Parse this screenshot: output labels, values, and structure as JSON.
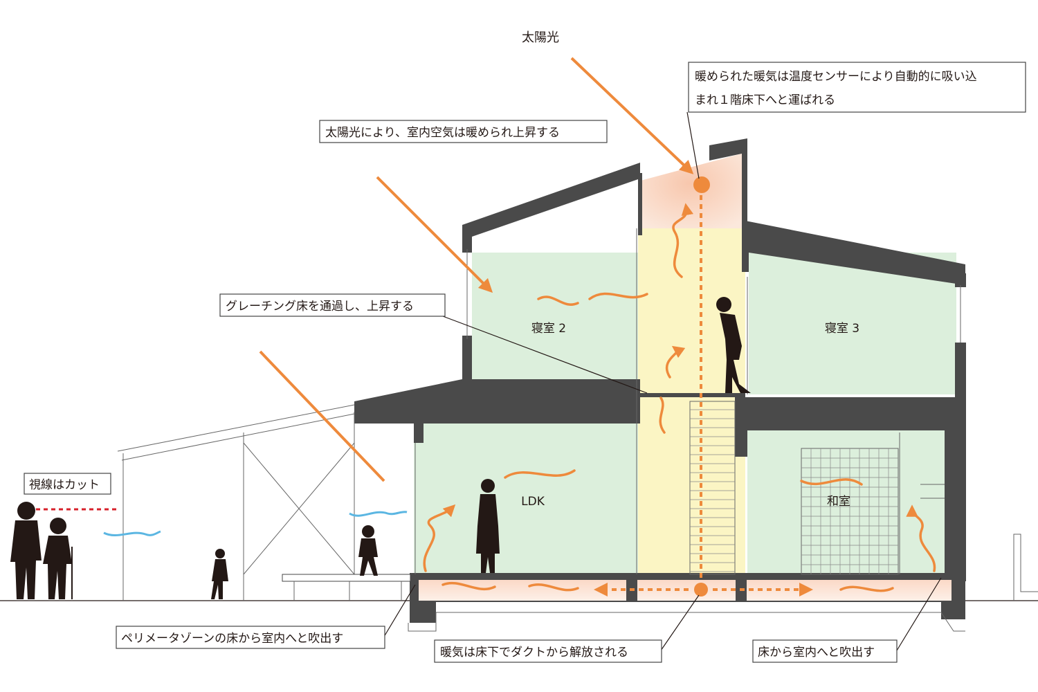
{
  "labels": {
    "sunlight": "太陽光",
    "warm_air_sensor_line1": "暖められた暖気は温度センサーにより自動的に吸い込",
    "warm_air_sensor_line2": "まれ１階床下へと運ばれる",
    "indoor_air_rises": "太陽光により、室内空気は暖められ上昇する",
    "grating_floor": "グレーチング床を通過し、上昇する",
    "sightline_cut": "視線はカット",
    "perimeter_zone": "ペリメータゾーンの床から室内へと吹出す",
    "duct_release": "暖気は床下でダクトから解放される",
    "floor_outlet": "床から室内へと吹出す"
  },
  "rooms": {
    "bedroom2": "寝室 2",
    "bedroom3": "寝室 3",
    "ldk": "LDK",
    "washitsu": "和室"
  },
  "colors": {
    "room_green": "#dcefdc",
    "atrium_yellow": "#fbf5c4",
    "warm_pink": "#fbe3d6",
    "wall_gray": "#4a4a4a",
    "flow_orange": "#ee8a3c",
    "wind_blue": "#5bb6e2",
    "sightline_red": "#d7202a"
  }
}
